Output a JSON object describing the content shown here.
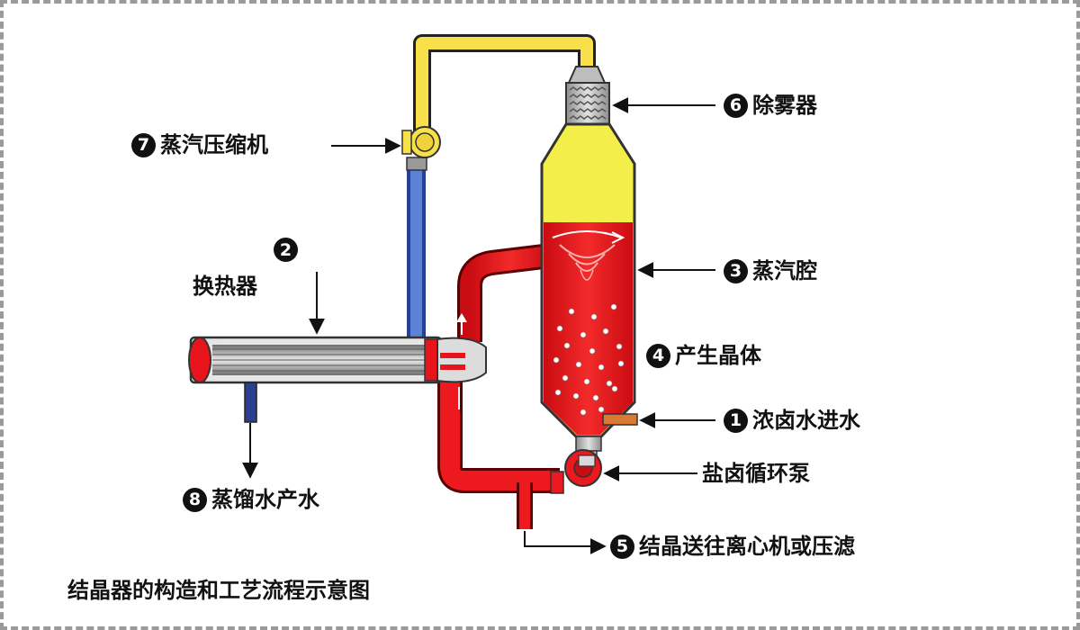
{
  "labels": {
    "demister": {
      "num": "6",
      "text": "除雾器"
    },
    "compressor": {
      "num": "7",
      "text": "蒸汽压缩机"
    },
    "heat_exchanger_num": "2",
    "heat_exchanger_text": "换热器",
    "steam_chamber": {
      "num": "3",
      "text": "蒸汽腔"
    },
    "crystals": {
      "num": "4",
      "text": "产生晶体"
    },
    "brine_inlet": {
      "num": "1",
      "text": "浓卤水进水"
    },
    "circulation_pump": {
      "text": "盐卤循环泵"
    },
    "distillate": {
      "num": "8",
      "text": "蒸馏水产水"
    },
    "crystal_out": {
      "num": "5",
      "text": "结晶送往离心机或压滤"
    }
  },
  "caption": "结晶器的构造和工艺流程示意图",
  "colors": {
    "brine": "#e8141b",
    "vapor": "#f3ee4a",
    "vapor_pipe": "#f7e04a",
    "distillate_pipe": "#5577cc",
    "steel": "#b9b9b9",
    "inlet_pipe": "#d97a34",
    "crystal_dots": "#ffffff"
  }
}
